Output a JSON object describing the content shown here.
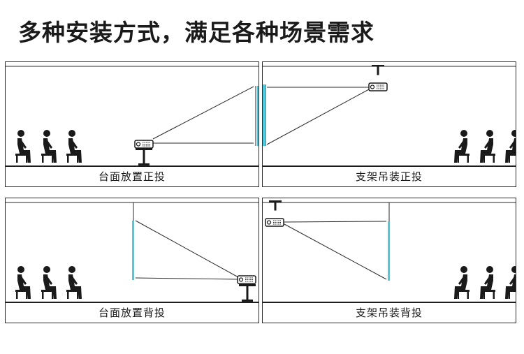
{
  "title": "多种安装方式，满足各种场景需求",
  "panels": [
    {
      "caption": "台面放置正投"
    },
    {
      "caption": "支架吊装正投"
    },
    {
      "caption": "台面放置背投"
    },
    {
      "caption": "支架吊装背投"
    }
  ],
  "colors": {
    "screen": "#3fd0e8",
    "ink": "#1a1a1a",
    "lines": "#2a2a2a"
  }
}
